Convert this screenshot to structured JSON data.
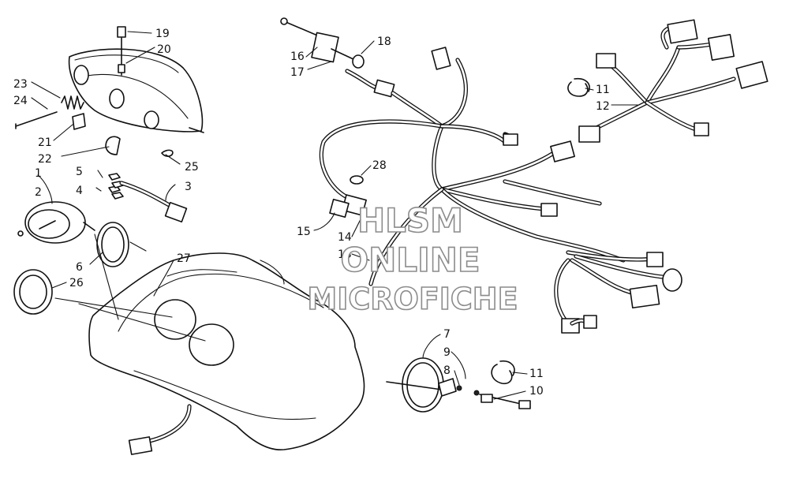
{
  "diagram": {
    "watermark": [
      "HLSM",
      "ONLINE",
      "MICROFICHE"
    ],
    "callouts": [
      "19",
      "20",
      "23",
      "24",
      "21",
      "22",
      "25",
      "5",
      "4",
      "3",
      "1",
      "2",
      "6",
      "26",
      "27",
      "16",
      "17",
      "18",
      "11",
      "12",
      "28",
      "15",
      "14",
      "13",
      "7",
      "9",
      "8",
      "11",
      "10"
    ]
  }
}
